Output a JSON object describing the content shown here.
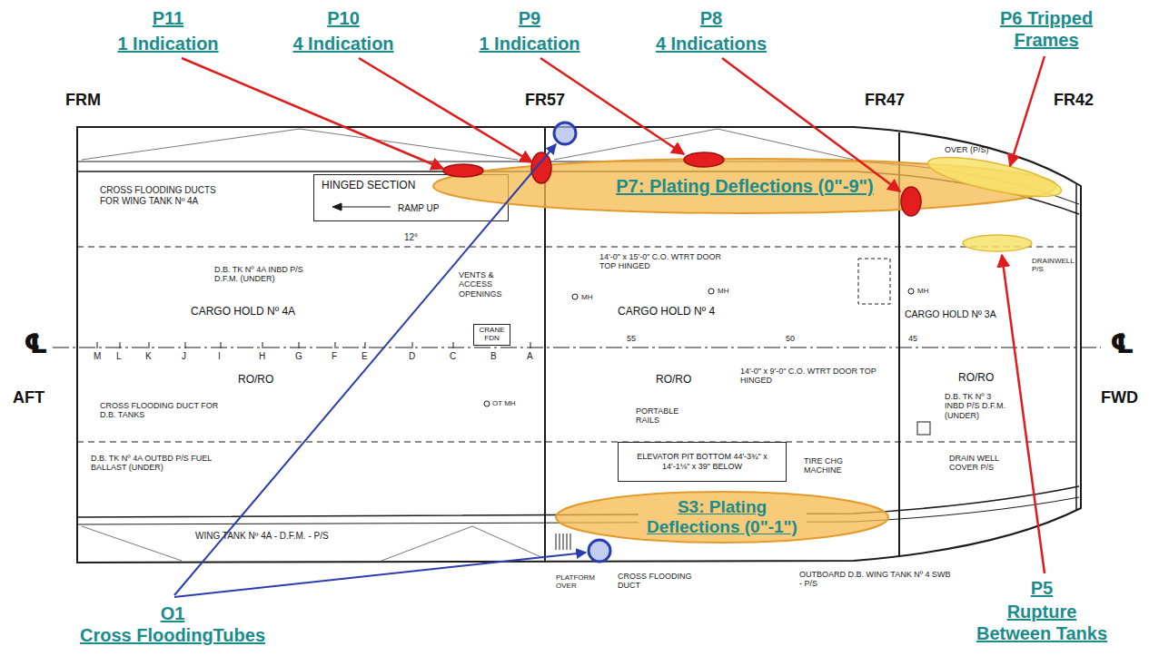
{
  "diagram": {
    "nodes": [
      {
        "text": [
          "HINGED SECTION",
          "RAMP UP"
        ]
      },
      {
        "text": [
          "P7: Plating Deflections (0\"-9\")"
        ]
      },
      {
        "text": [
          "CRANE FDN"
        ]
      },
      {
        "text": [
          "ELEVATOR PIT BOTTOM 44'-3¾\" x 14'-1⅛\" x 39\" BELOW"
        ]
      },
      {
        "text": [
          "S3: Plating Deflections (0\"-1\")"
        ]
      }
    ],
    "labels": [
      "P11",
      "1 Indication",
      "P10",
      "4 Indication",
      "P9",
      "1 Indication",
      "P8",
      "4 Indications",
      "P6 Tripped Frames",
      "P5",
      "Rupture Between Tanks",
      "O1",
      "Cross FloodingTubes",
      "FRM",
      "FR57",
      "FR47",
      "FR42",
      "AFT",
      "FWD",
      "℄",
      "℄",
      "CROSS FLOODING DUCTS FOR WING TANK Nº 4A",
      "12°",
      "CARGO HOLD Nº 4A",
      "RO/RO",
      "CARGO HOLD Nº 4",
      "RO/RO",
      "CARGO HOLD Nº 3A",
      "RO/RO",
      "D.B. TK Nº 4A INBD P/S D.F.M. (UNDER)",
      "CROSS FLOODING DUCT FOR D.B. TANKS",
      "D.B. TK Nº 4A OUTBD P/S FUEL BALLAST (UNDER)",
      "WING TANK Nº 4A - D.F.M. - P/S",
      "D.B. TK Nº 3 INBD P/S D.F.M. (UNDER)",
      "TIRE CHG MACHINE",
      "OUTBOARD D.B. WING TANK Nº 4 SWB - P/S",
      "CROSS FLOODING DUCT",
      "PLATFORM OVER",
      "14'-0\" x 15'-0\" C.O. WTRT DOOR TOP HINGED",
      "14'-0\" x 9'-0\" C.O. WTRT DOOR TOP HINGED",
      "PORTABLE RAILS",
      "VENTS & ACCESS OPENINGS",
      "DRAIN WELL COVER P/S",
      "DRAINWELL P/S",
      "OVER (P/S)",
      "55",
      "50",
      "45",
      "M",
      "L",
      "K",
      "J",
      "I",
      "H",
      "G",
      "F",
      "E",
      "D",
      "C",
      "B",
      "A",
      "MH",
      "MH",
      "MH",
      "OT MH"
    ]
  }
}
